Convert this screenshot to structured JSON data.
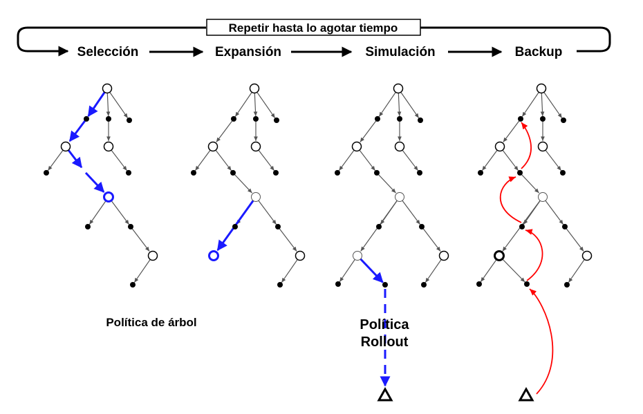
{
  "loop_label": "Repetir hasta lo agotar tiempo",
  "stages": [
    "Selección",
    "Expansión",
    "Simulación",
    "Backup"
  ],
  "policy_labels": {
    "tree_policy": "Política de árbol",
    "rollout_line1": "Política",
    "rollout_line2": "Rollout"
  },
  "colors": {
    "selection_path": "#1a1aff",
    "backup_path": "#ff0000",
    "tree_edges": "#555555",
    "node_fill": "#ffffff",
    "leaf_fill": "#000000"
  },
  "icons": {
    "terminal_state": "triangle-icon",
    "tree_node": "circle-icon",
    "leaf_node": "filled-dot-icon"
  }
}
